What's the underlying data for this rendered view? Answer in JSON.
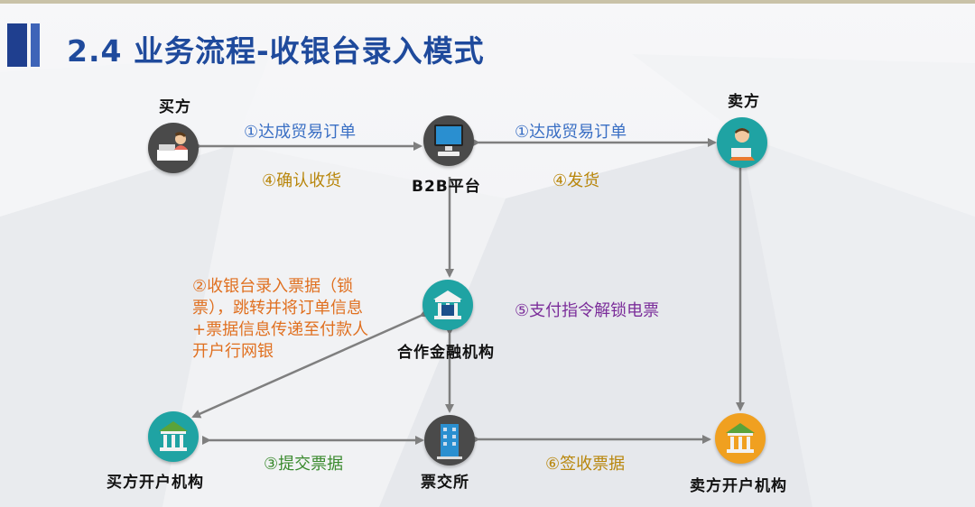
{
  "title": "2.4 业务流程-收银台录入模式",
  "nodes": {
    "buyer": "买方",
    "seller": "卖方",
    "platform": "B2B平台",
    "finance": "合作金融机构",
    "buyer_bank": "买方开户机构",
    "exchange": "票交所",
    "seller_bank": "卖方开户机构"
  },
  "flows": {
    "order_left": "①达成贸易订单",
    "order_right": "①达成贸易订单",
    "confirm_receipt": "④确认收货",
    "ship": "④发货",
    "cashier_lines": [
      "②收银台录入票据（锁",
      "票），跳转并将订单信息",
      "+票据信息传递至付款人",
      "开户行网银"
    ],
    "unlock": "⑤支付指令解锁电票",
    "submit": "③提交票据",
    "sign": "⑥签收票据"
  },
  "colors": {
    "title": "#1f4a9c",
    "arrow": "#7f7f7f",
    "blue_text": "#3a6fc4",
    "gold_text": "#b8860b",
    "orange_text": "#e07020",
    "purple_text": "#7b2d9a",
    "green_text": "#3a8a2e",
    "node_gray": "#4a4a4a",
    "node_teal": "#1fa3a3",
    "node_orange": "#f0a020"
  }
}
